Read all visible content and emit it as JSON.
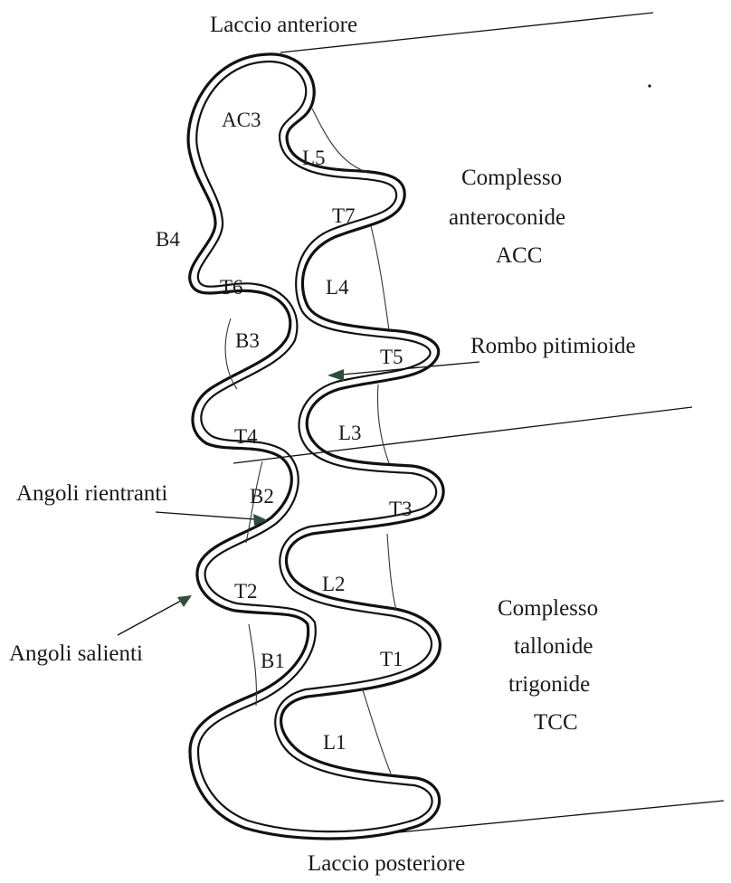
{
  "labels": {
    "laccio_anteriore": "Laccio anteriore",
    "laccio_posteriore": "Laccio posteriore",
    "acc_line1": "Complesso",
    "acc_line2": "anteroconide",
    "acc_line3": "ACC",
    "tcc_line1": "Complesso",
    "tcc_line2": "tallonide",
    "tcc_line3": "trigonide",
    "tcc_line4": "TCC",
    "rombo": "Rombo pitimioide",
    "angoli_rientranti": "Angoli rientranti",
    "angoli_salienti": "Angoli salienti"
  },
  "parts": {
    "ac3": "AC3",
    "l5": "L5",
    "t7": "T7",
    "b4": "B4",
    "t6": "T6",
    "l4": "L4",
    "b3": "B3",
    "t5": "T5",
    "t4": "T4",
    "l3": "L3",
    "b2": "B2",
    "t3": "T3",
    "t2": "T2",
    "l2": "L2",
    "b1": "B1",
    "t1": "T1",
    "l1": "L1"
  },
  "colors": {
    "ink": "#111111",
    "arrow": "#2f4f3a"
  }
}
